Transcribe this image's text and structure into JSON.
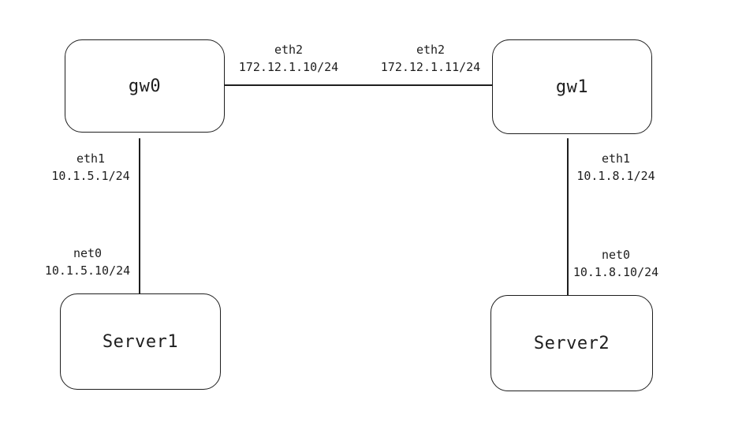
{
  "nodes": {
    "gw0": "gw0",
    "gw1": "gw1",
    "server1": "Server1",
    "server2": "Server2"
  },
  "interfaces": {
    "gw0_eth2": {
      "name": "eth2",
      "ip": "172.12.1.10/24"
    },
    "gw1_eth2": {
      "name": "eth2",
      "ip": "172.12.1.11/24"
    },
    "gw0_eth1": {
      "name": "eth1",
      "ip": "10.1.5.1/24"
    },
    "server1_net0": {
      "name": "net0",
      "ip": "10.1.5.10/24"
    },
    "gw1_eth1": {
      "name": "eth1",
      "ip": "10.1.8.1/24"
    },
    "server2_net0": {
      "name": "net0",
      "ip": "10.1.8.10/24"
    }
  },
  "links": [
    {
      "from": "gw0",
      "to": "gw1"
    },
    {
      "from": "gw0",
      "to": "server1"
    },
    {
      "from": "gw1",
      "to": "server2"
    }
  ],
  "colors": {
    "stroke": "#1e1e1e",
    "background": "#ffffff"
  }
}
